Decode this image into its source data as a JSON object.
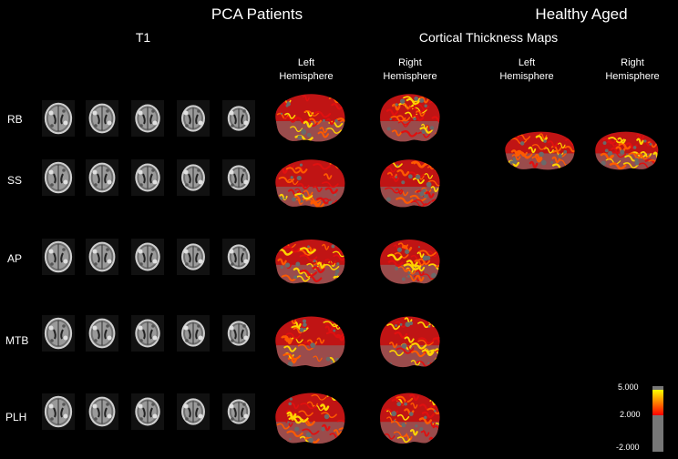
{
  "titles": {
    "pca_patients": "PCA Patients",
    "healthy_aged": "Healthy Aged",
    "t1": "T1",
    "cortical_thickness": "Cortical Thickness Maps"
  },
  "hemisphere_labels": {
    "pca_left": [
      "Left",
      "Hemisphere"
    ],
    "pca_right": [
      "Right",
      "Hemisphere"
    ],
    "healthy_left": [
      "Left",
      "Hemisphere"
    ],
    "healthy_right": [
      "Right",
      "Hemisphere"
    ]
  },
  "rows": [
    {
      "label": "RB"
    },
    {
      "label": "SS"
    },
    {
      "label": "AP"
    },
    {
      "label": "MTB"
    },
    {
      "label": "PLH"
    }
  ],
  "colorbar": {
    "max": "5.000",
    "mid": "2.000",
    "min": "-2.000",
    "colors": {
      "top": "#ffff00",
      "mid": "#ff0000",
      "low": "#808080"
    }
  }
}
